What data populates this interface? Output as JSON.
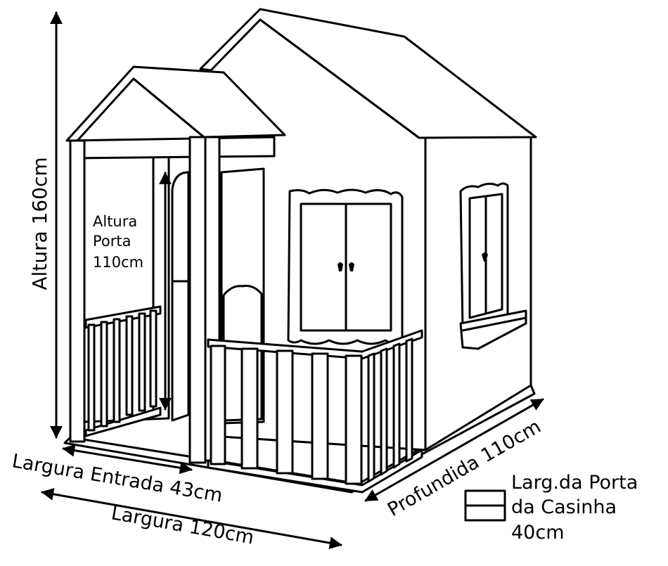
{
  "labels": {
    "altura": "Altura 160cm",
    "altura_porta_line1": "Altura",
    "altura_porta_line2": "Porta",
    "altura_porta_line3": "110cm",
    "largura_entrada": "Largura Entrada 43cm",
    "largura": "Largura 120cm",
    "profundidade": "Profundida 110cm",
    "porta_line1": "Larg.da Porta",
    "porta_line2": "da Casinha",
    "porta_line3": "40cm"
  },
  "colors": {
    "line": "#000000",
    "background": "#ffffff"
  }
}
